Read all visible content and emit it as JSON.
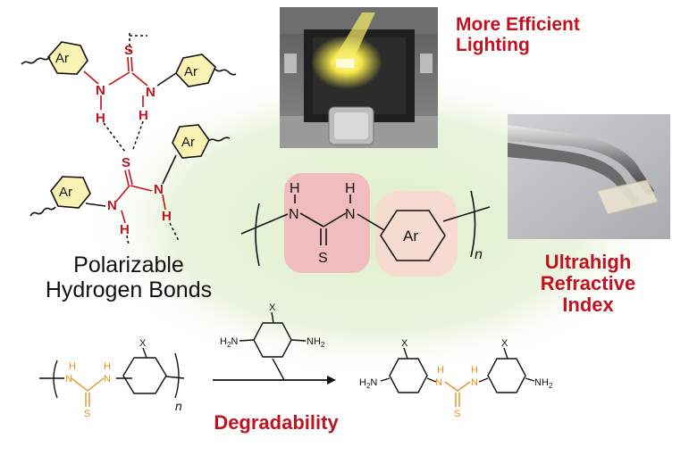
{
  "labels": {
    "lighting": [
      "More Efficient",
      "Lighting"
    ],
    "polarizable": [
      "Polarizable",
      "Hydrogen Bonds"
    ],
    "refractive": [
      "Ultrahigh",
      "Refractive",
      "Index"
    ],
    "degradability": "Degradability"
  },
  "atoms": {
    "aryl": "Ar",
    "nitrogen": "N",
    "hydrogen": "H",
    "sulfur": "S",
    "substituent": "X",
    "amine": "NH",
    "amine_left": "H",
    "amine_sub": "2",
    "repeat_index": "n"
  },
  "colors": {
    "accent_red": "#c1121f",
    "thiourea_orange": "#e8901a",
    "aryl_fill": "#fbf3b4",
    "thiourea_pink": "#f2b6bb",
    "aryl_pink": "#f8d8cf",
    "background_glow": "#dcedc8"
  },
  "photos": {
    "lighting": "led-device-photo",
    "refractive": "tweezers-film-photo"
  }
}
